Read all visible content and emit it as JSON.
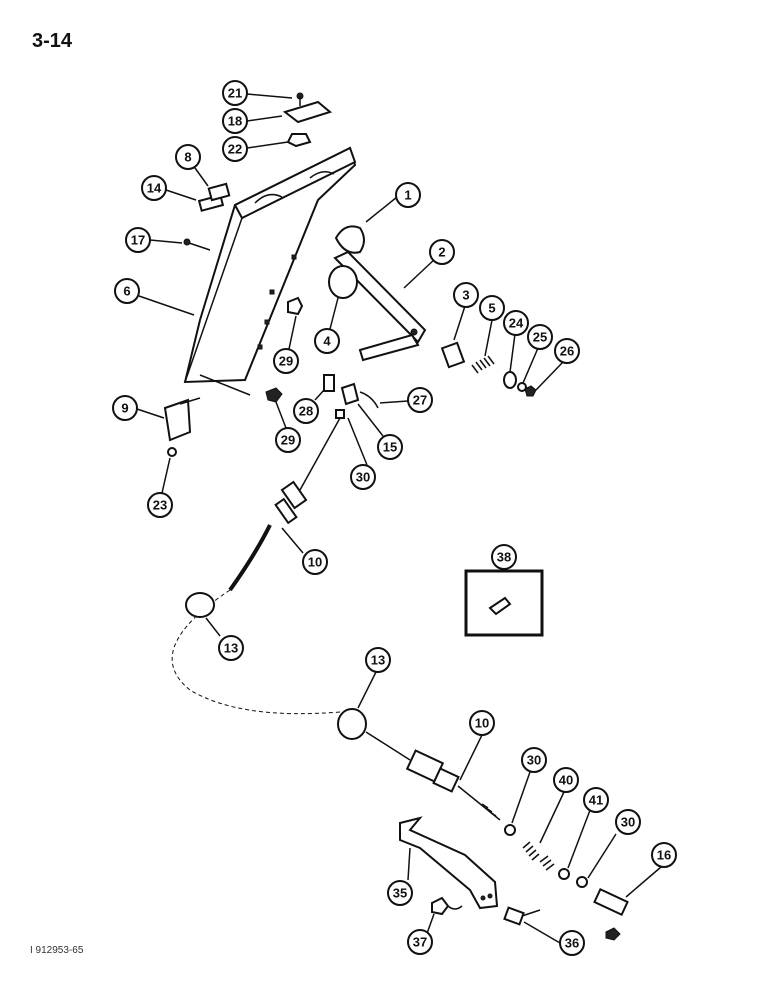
{
  "page": {
    "number": "3-14",
    "figure_code": "I 912953-65"
  },
  "callouts": [
    "21",
    "18",
    "22",
    "8",
    "14",
    "17",
    "6",
    "1",
    "2",
    "3",
    "5",
    "24",
    "25",
    "26",
    "4",
    "29",
    "29",
    "9",
    "23",
    "28",
    "27",
    "15",
    "30",
    "10",
    "38",
    "13",
    "13",
    "10",
    "30",
    "40",
    "41",
    "30",
    "16",
    "35",
    "37",
    "36"
  ]
}
